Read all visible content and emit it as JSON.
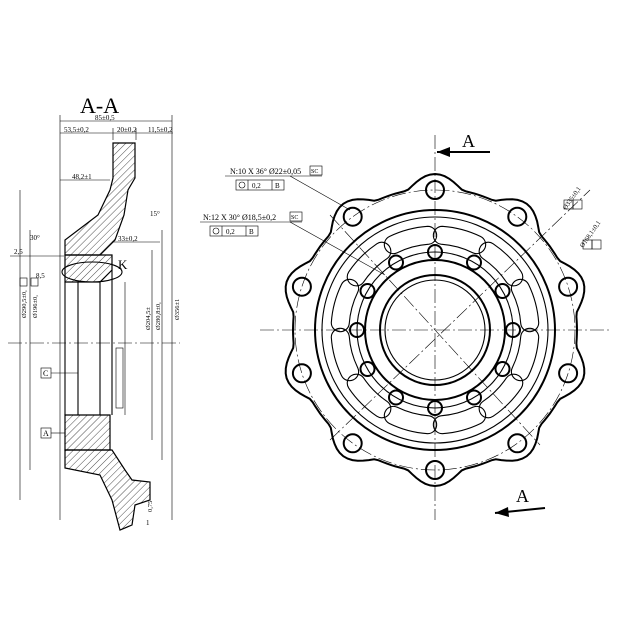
{
  "section_title": "A-A",
  "section_letter_top": "A",
  "section_letter_bottom": "A",
  "detail_label": "K",
  "dims": {
    "overall": "85±0,5",
    "d53": "53,5±0,2",
    "d20": "20±0,2",
    "d11": "11,5±0,2",
    "d48": "48,2±1",
    "d33": "33±0,2",
    "d15": "15°",
    "d30": "30°",
    "d25": "2,5",
    "d85": "8,5",
    "d075": "0,75",
    "d1": "1",
    "dia290": "Ø290,5±0,",
    "dia196": "Ø196±0,",
    "dia204": "Ø204,5±",
    "dia280": "Ø280,8±0,",
    "dia356": "Ø356±1"
  },
  "notes": {
    "holes10": "N:10  X 36° Ø22±0,05",
    "holes12": "N:12  X 30° Ø18,5±0,2",
    "sc": "SC",
    "pos_tol": "0,2",
    "ref_b": "B",
    "dia335": "Ø335±0,1",
    "dia168": "Ø168,1±0,1"
  },
  "datums": {
    "c": "C",
    "a": "A"
  }
}
